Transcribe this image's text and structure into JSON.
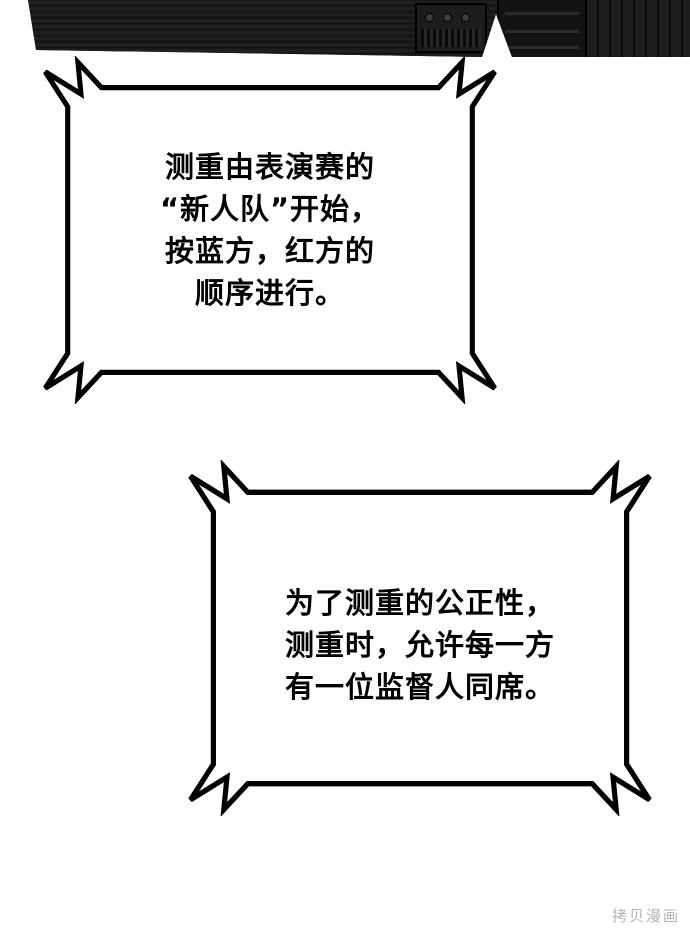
{
  "page": {
    "watermark": "拷贝漫画"
  },
  "colors": {
    "ink": "#000000",
    "paper": "#ffffff",
    "strip_dark": "#151515",
    "watermark": "#b5b5b5"
  },
  "bubbles": [
    {
      "lines": [
        "测重由表演赛的",
        "“新人队”开始，",
        "按蓝方，红方的",
        "顺序进行。"
      ]
    },
    {
      "lines": [
        "为了测重的公正性，",
        "测重时，允许每一方",
        "有一位监督人同席。"
      ]
    }
  ]
}
